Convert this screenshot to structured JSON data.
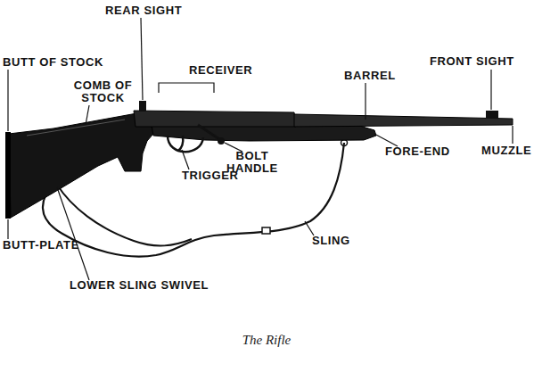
{
  "diagram": {
    "caption": "The Rifle",
    "labels": [
      "REAR SIGHT",
      "BUTT OF STOCK",
      "COMB OF STOCK",
      "RECEIVER",
      "BARREL",
      "FRONT SIGHT",
      "MUZZLE",
      "FORE-END",
      "BOLT HANDLE",
      "TRIGGER",
      "BUTT-PLATE",
      "SLING",
      "LOWER SLING SWIVEL"
    ]
  }
}
